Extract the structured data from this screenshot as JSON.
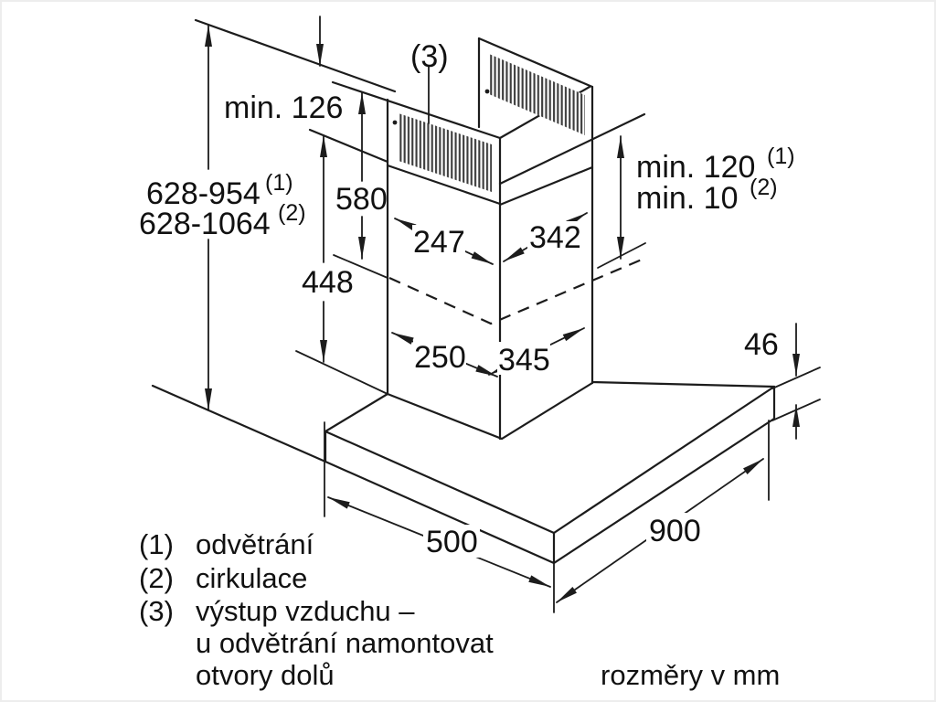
{
  "diagram": {
    "type": "installation-drawing",
    "product": "wall-mounted chimney hood with telescopic flue duct",
    "unit_note": "rozměry v mm",
    "callout_3": "(3)",
    "dims": {
      "min126": "min. 126",
      "height_vented": "628-954",
      "height_vented_sup": "(1)",
      "height_recirc": "628-1064",
      "height_recirc_sup": "(2)",
      "upper_flue": "580",
      "lower_flue": "448",
      "top_depth": "247",
      "top_width": "342",
      "bottom_depth": "250",
      "bottom_width": "345",
      "min120": "min. 120",
      "min120_sup": "(1)",
      "min10": "min. 10",
      "min10_sup": "(2)",
      "canopy_thickness": "46",
      "canopy_depth": "500",
      "canopy_width": "900"
    },
    "legend": [
      {
        "num": "(1)",
        "text": "odvětrání"
      },
      {
        "num": "(2)",
        "text": "cirkulace"
      },
      {
        "num": "(3)",
        "text": "výstup vzduchu –"
      },
      {
        "text": "u odvětrání namontovat"
      },
      {
        "text": "otvory dolů"
      }
    ]
  }
}
